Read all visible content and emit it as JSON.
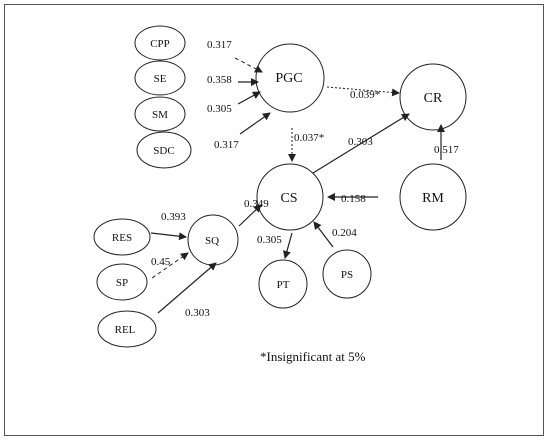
{
  "nodes": {
    "cpp": "CPP",
    "se": "SE",
    "sm": "SM",
    "sdc": "SDC",
    "pgc": "PGC",
    "cr": "CR",
    "cs": "CS",
    "rm": "RM",
    "res": "RES",
    "sp": "SP",
    "rel": "REL",
    "sq": "SQ",
    "pt": "PT",
    "ps": "PS"
  },
  "edges": {
    "cpp_pgc": "0.317",
    "se_pgc": "0.358",
    "sm_pgc": "0.305",
    "sdc_pgc": "0.317",
    "pgc_cr": "0.039*",
    "pgc_cs": "0.037*",
    "cs_cr": "0.303",
    "rm_cr": "0.517",
    "rm_cs": "0.158",
    "res_sq": "0.393",
    "sp_sq": "0.45",
    "rel_sq": "0.303",
    "sq_cs": "0.349",
    "cs_pt": "0.305",
    "ps_cs": "0.204"
  },
  "footnote": "*Insignificant at 5%",
  "colors": {
    "stroke": "#222222",
    "text": "#111111"
  }
}
